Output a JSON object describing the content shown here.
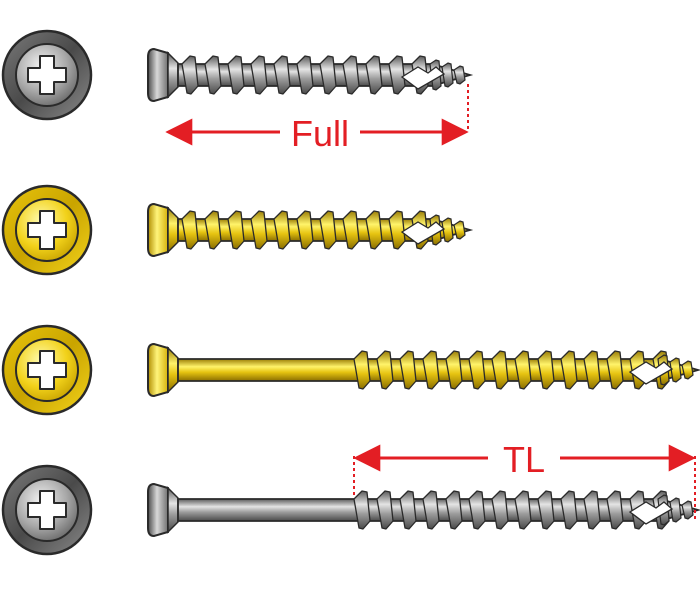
{
  "labels": {
    "full": "Full",
    "tl": "TL"
  },
  "colors": {
    "silver": "#9a9a9a",
    "gold": "#f2d21b",
    "dimension": "#e31e24",
    "outline": "#2a2a2a"
  },
  "screws": [
    {
      "finish": "silver",
      "thread": "full",
      "head_icon": "phillips-recess-icon"
    },
    {
      "finish": "gold",
      "thread": "full",
      "head_icon": "phillips-recess-icon"
    },
    {
      "finish": "gold",
      "thread": "partial",
      "head_icon": "phillips-recess-icon"
    },
    {
      "finish": "silver",
      "thread": "partial",
      "head_icon": "phillips-recess-icon"
    }
  ]
}
